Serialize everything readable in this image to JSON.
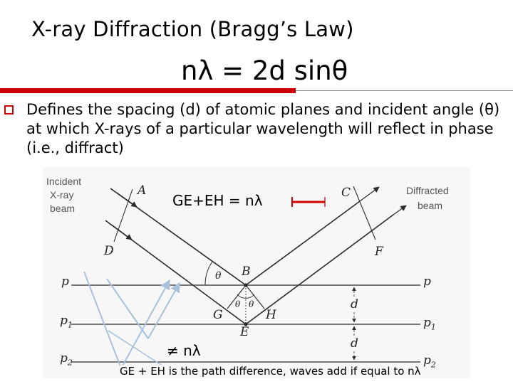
{
  "slide": {
    "title": "X-ray Diffraction (Bragg’s Law)",
    "formula": "nλ = 2d sinθ",
    "body": "Defines the spacing (d) of atomic planes and incident angle (θ) at which X-rays of a particular wavelength will reflect in phase (i.e., diffract)"
  },
  "figure": {
    "incident_label": [
      "Incident",
      "X-ray",
      "beam"
    ],
    "diffracted_label": [
      "Diffracted",
      "beam"
    ],
    "points": {
      "A": "A",
      "D": "D",
      "B": "B",
      "G": "G",
      "H": "H",
      "E": "E",
      "C": "C",
      "F": "F"
    },
    "angle": "θ",
    "plane_p": "p",
    "plane_p1": "p",
    "plane_p1_sub": "1",
    "plane_p2": "p",
    "plane_p2_sub": "2",
    "spacing": "d"
  },
  "annotations": {
    "path_equation": "GE+EH = nλ",
    "not_equal": "≠ nλ",
    "caption": "GE + EH is the path difference, waves add if equal to nλ"
  },
  "colors": {
    "accent_red": "#cc0000",
    "rule_grey": "#8a8a8a",
    "annotation_ray": "#a9c1dd",
    "figure_ink": "#2a2a2a",
    "figure_bg": "#f7f7f7"
  }
}
